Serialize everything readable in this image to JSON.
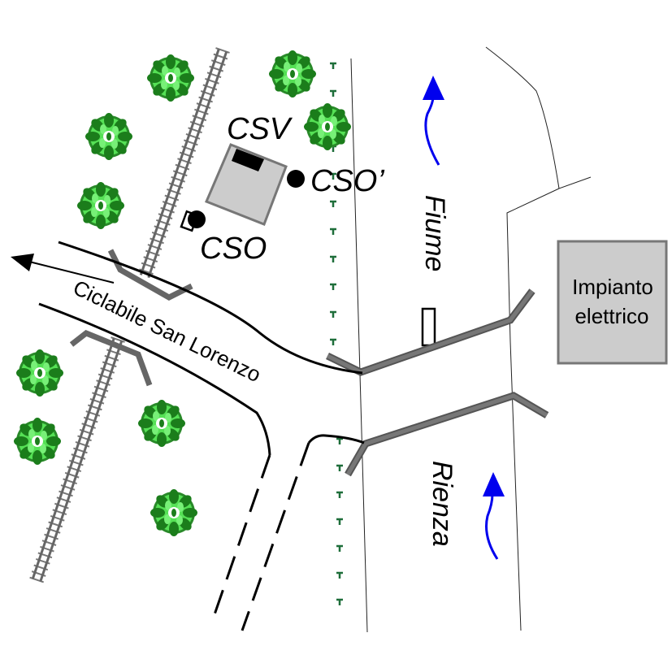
{
  "labels": {
    "csv": "CSV",
    "cso_prime": "CSO’",
    "cso": "CSO",
    "cycle_path": "Ciclabile San Lorenzo",
    "fiume": "Fiume",
    "rienza": "Rienza",
    "plant_line1": "Impianto",
    "plant_line2": "elettrico"
  },
  "colors": {
    "bridge": "#666666",
    "building_fill": "#cccccc",
    "building_stroke": "#777777",
    "flow_arrow": "#0000ee",
    "tree_dark": "#1a7a1a",
    "tree_light": "#44dd44",
    "grass_mark": "#1e6e3a",
    "rail": "#777777"
  },
  "icons": {
    "tree": "tree-icon",
    "flow": "flow-arrow-icon",
    "cso": "cso-point-icon",
    "railway": "railway-icon"
  }
}
